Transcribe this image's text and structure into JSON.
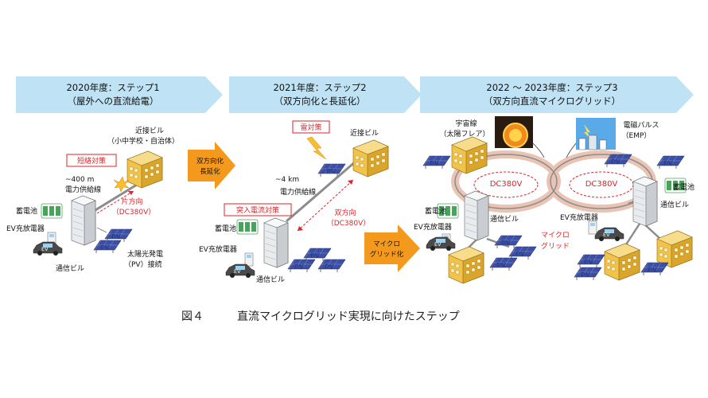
{
  "colors": {
    "banner": "#bfe3f4",
    "step_arrow": "#f39a1e",
    "red_label": "#d9262c",
    "line_gray": "#8c8c8c",
    "building_yellow": "#f2c34a",
    "pv_panel": "#3d4fa3",
    "battery_green": "#4aa35a",
    "dc_ring": "#e9c4b4"
  },
  "steps": [
    {
      "title": "2020年度：ステップ1",
      "subtitle": "（屋外への直流給電）"
    },
    {
      "title": "2021年度：ステップ2",
      "subtitle": "（双方向化と長延化）"
    },
    {
      "title": "2022 ～ 2023年度：ステップ3",
      "subtitle": "（双方向直流マイクログリッド）"
    }
  ],
  "transitions": [
    {
      "line1": "双方向化",
      "line2": "長延化"
    },
    {
      "line1": "マイクロ",
      "line2": "グリッド化"
    }
  ],
  "step1": {
    "bldg_line1": "近接ビル",
    "bldg_line2": "（小中学校・自治体）",
    "short_circuit": "短絡対策",
    "distance": "~400 m",
    "cable": "電力供給線",
    "direction": "片方向",
    "voltage": "（DC380V）",
    "battery": "蓄電池",
    "ev": "EV充放電器",
    "telecom": "通信ビル",
    "solar_line1": "太陽光発電",
    "solar_line2": "（PV）接続"
  },
  "step2": {
    "lightning": "雷対策",
    "bldg": "近接ビル",
    "distance": "~4 km",
    "cable": "電力供給線",
    "inrush": "突入電流対策",
    "direction": "双方向",
    "voltage": "（DC380V）",
    "battery": "蓄電池",
    "ev": "EV充放電器",
    "telecom": "通信ビル"
  },
  "step3": {
    "space_line1": "宇宙線",
    "space_line2": "（太陽フレア）",
    "emp_line1": "電磁パルス",
    "emp_line2": "（EMP）",
    "ring_left": "DC380V",
    "ring_right": "DC380V",
    "battery_left": "蓄電池",
    "battery_right": "蓄電池",
    "ev_left": "EV充放電器",
    "ev_right": "EV充放電器",
    "telecom_left": "通信ビル",
    "telecom_right": "通信ビル",
    "microgrid_line1": "マイクロ",
    "microgrid_line2": "グリッド"
  },
  "icons": {
    "pv": "PV",
    "ev": "EV"
  },
  "caption": {
    "figure": "図４",
    "text": "直流マイクログリッド実現に向けたステップ"
  }
}
